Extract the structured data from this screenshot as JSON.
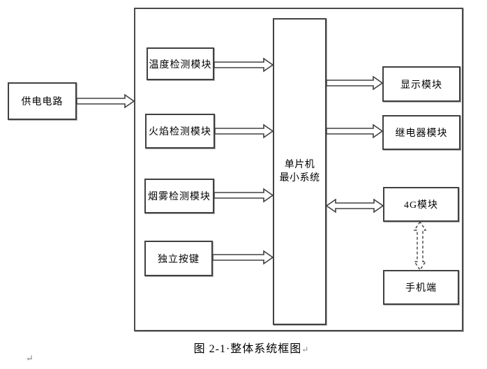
{
  "figure": {
    "caption": "图 2-1·整体系统框图",
    "caption_return_mark": "↵",
    "page_return_mark": "↵"
  },
  "boxes": {
    "power": "供电电路",
    "temperature": "温度检测模块",
    "flame": "火焰检测模块",
    "smoke": "烟雾检测模块",
    "keys": "独立按键",
    "mcu_line1": "单片机",
    "mcu_line2": "最小系统",
    "display": "显示模块",
    "relay": "继电器模块",
    "module_4g": "4G模块",
    "phone": "手机端"
  },
  "arrows": [
    {
      "name": "power-to-system",
      "type": "solid-right"
    },
    {
      "name": "temperature-to-mcu",
      "type": "solid-right"
    },
    {
      "name": "flame-to-mcu",
      "type": "solid-right"
    },
    {
      "name": "smoke-to-mcu",
      "type": "solid-right"
    },
    {
      "name": "keys-to-mcu",
      "type": "solid-right"
    },
    {
      "name": "mcu-to-display",
      "type": "solid-right"
    },
    {
      "name": "mcu-to-relay",
      "type": "solid-right"
    },
    {
      "name": "mcu-4g-bidirectional",
      "type": "solid-double"
    },
    {
      "name": "4g-phone-bidirectional",
      "type": "dashed-double"
    }
  ],
  "colors": {
    "line": "#404040",
    "text": "#000000",
    "formatting_mark": "#808080",
    "background": "#ffffff"
  }
}
